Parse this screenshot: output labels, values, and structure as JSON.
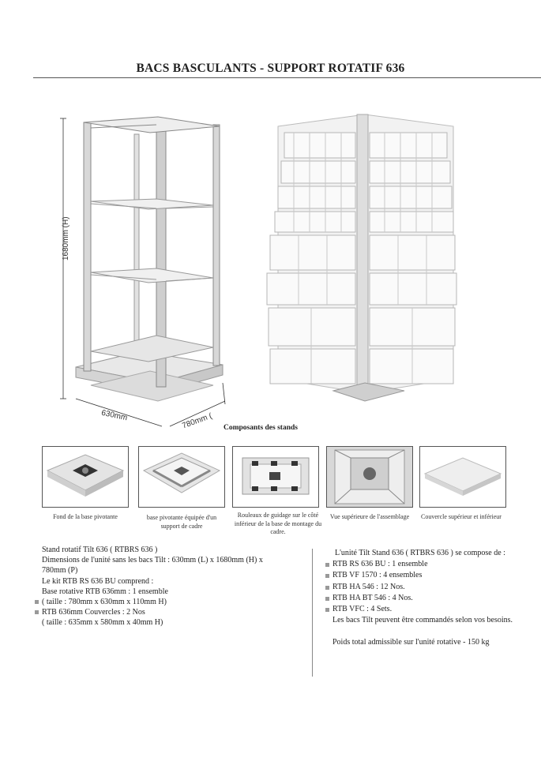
{
  "header": {
    "title": "BACS BASCULANTS - SUPPORT ROTATIF 636"
  },
  "drawing": {
    "height_label": "1680mm (H)",
    "width_label": "630mm",
    "depth_label": "780mm ("
  },
  "components": {
    "heading": "Composants des stands",
    "items": [
      {
        "caption": "Fond de la base pivotante",
        "icon": "rotating-base-plate-icon"
      },
      {
        "caption": "base pivotante équipée d'un support de cadre",
        "icon": "base-with-frame-support-icon"
      },
      {
        "caption": "Rouleaux de guidage sur le côté inférieur de la base de montage du cadre.",
        "icon": "guide-rollers-icon"
      },
      {
        "caption": "Vue supérieure de l'assemblage",
        "icon": "assembly-top-view-icon"
      },
      {
        "caption": "Couvercle supérieur et inférieur",
        "icon": "top-bottom-cover-icon"
      }
    ]
  },
  "left_text": {
    "lines": [
      "Stand rotatif Tilt 636  ( RTBRS 636 )",
      "Dimensions de l'unité sans les bacs Tilt : 630mm (L) x 1680mm (H) x",
      "780mm (P)",
      "Le kit RTB RS 636 BU comprend :",
      "Base rotative RTB 636mm : 1 ensemble",
      "( taille : 780mm  x 630mm  x 110mm H)",
      "RTB 636mm Couvercles : 2 Nos",
      "( taille : 635mm  x 580mm  x 40mm H)"
    ]
  },
  "right_text": {
    "intro": "L'unité Tilt Stand 636 ( RTBRS 636 ) se compose de :",
    "items": [
      "RTB RS 636 BU : 1 ensemble",
      "RTB VF 1570 : 4 ensembles",
      "RTB HA 546 : 12 Nos.",
      "RTB HA BT 546 : 4 Nos.",
      "RTB VFC : 4 Sets."
    ],
    "note": "Les bacs Tilt peuvent être commandés selon vos besoins.",
    "weight": "Poids total admissible sur l'unité rotative - 150 kg"
  }
}
